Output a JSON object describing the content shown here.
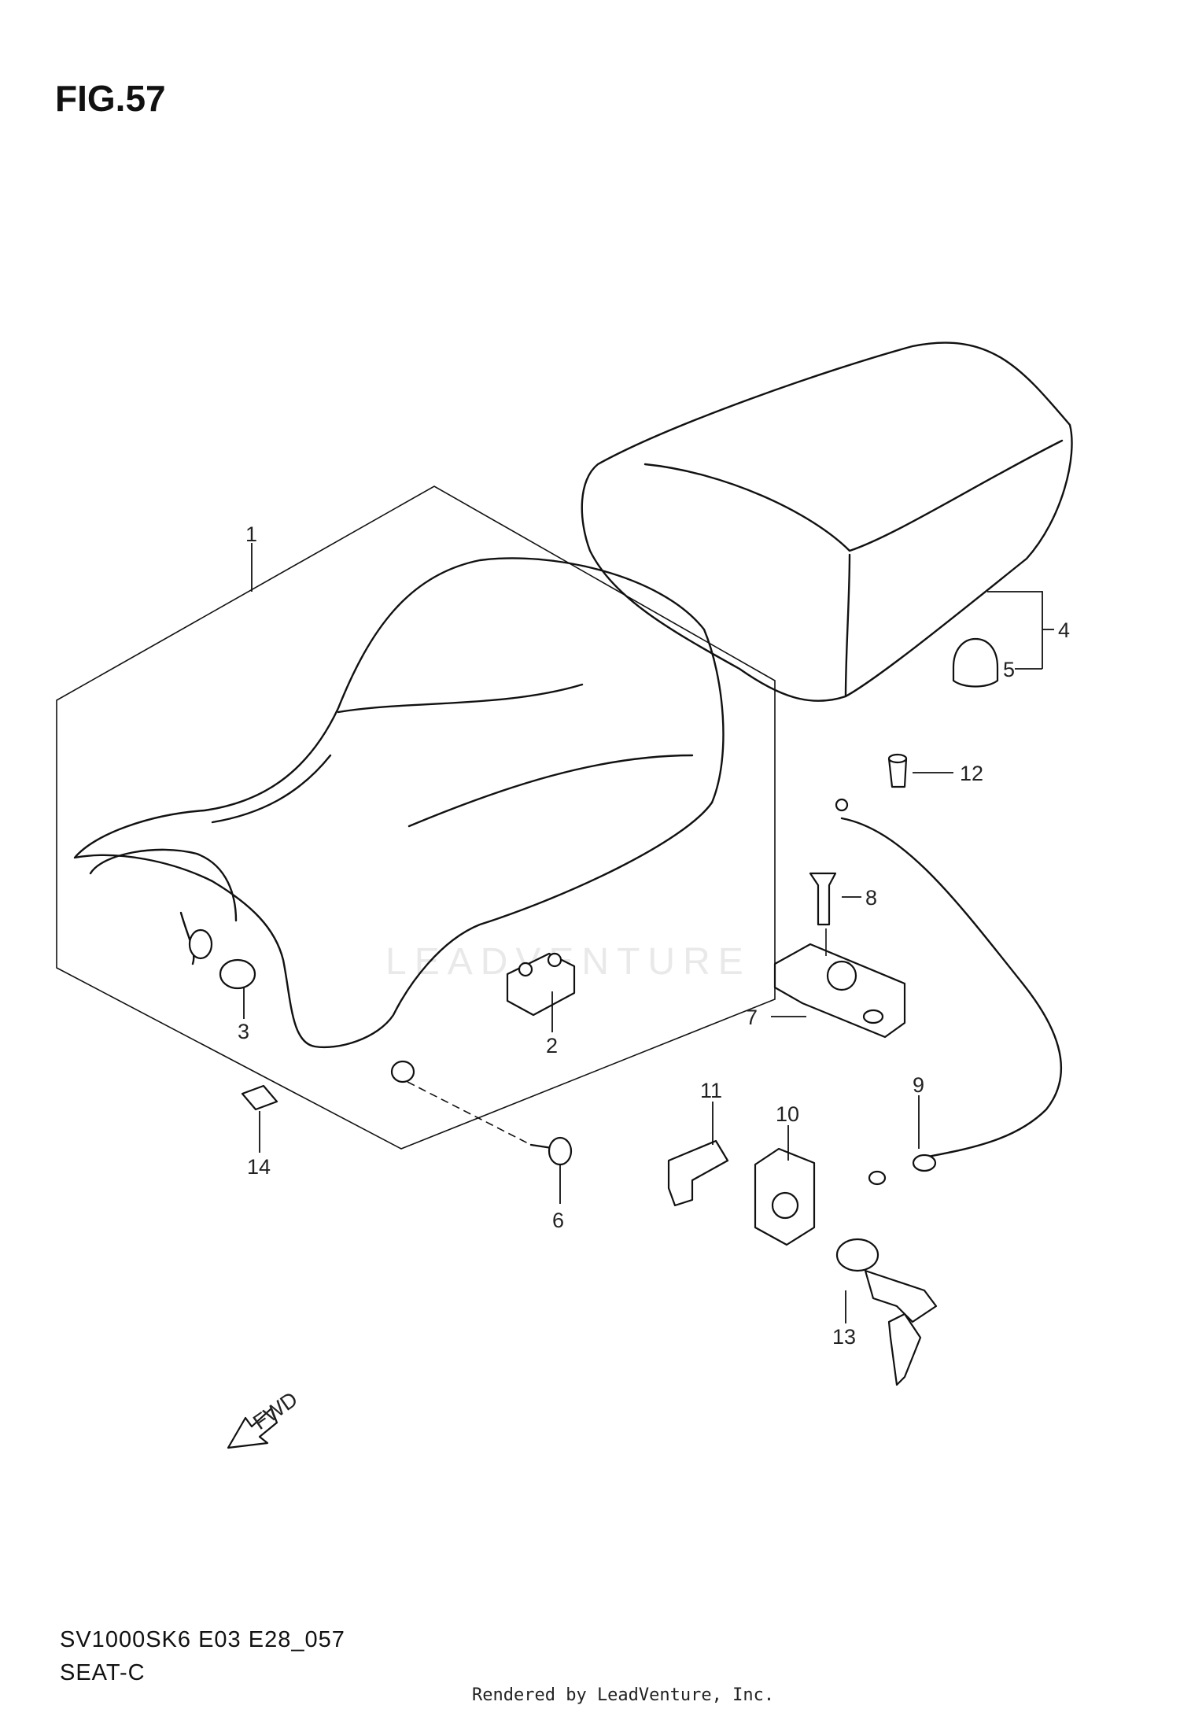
{
  "figure": {
    "title": "FIG.57"
  },
  "callouts": [
    "1",
    "2",
    "3",
    "4",
    "5",
    "6",
    "7",
    "8",
    "9",
    "10",
    "11",
    "12",
    "13",
    "14"
  ],
  "footer": {
    "model_code": "SV1000SK6 E03 E28_057",
    "section": "SEAT-C",
    "rendered_by": "Rendered by LeadVenture, Inc."
  },
  "watermark": {
    "text": "LEADVENTURE"
  },
  "arrow": {
    "label": "FWD"
  },
  "colors": {
    "ink": "#111111",
    "watermark": "#e9e9e9",
    "background": "#ffffff"
  }
}
